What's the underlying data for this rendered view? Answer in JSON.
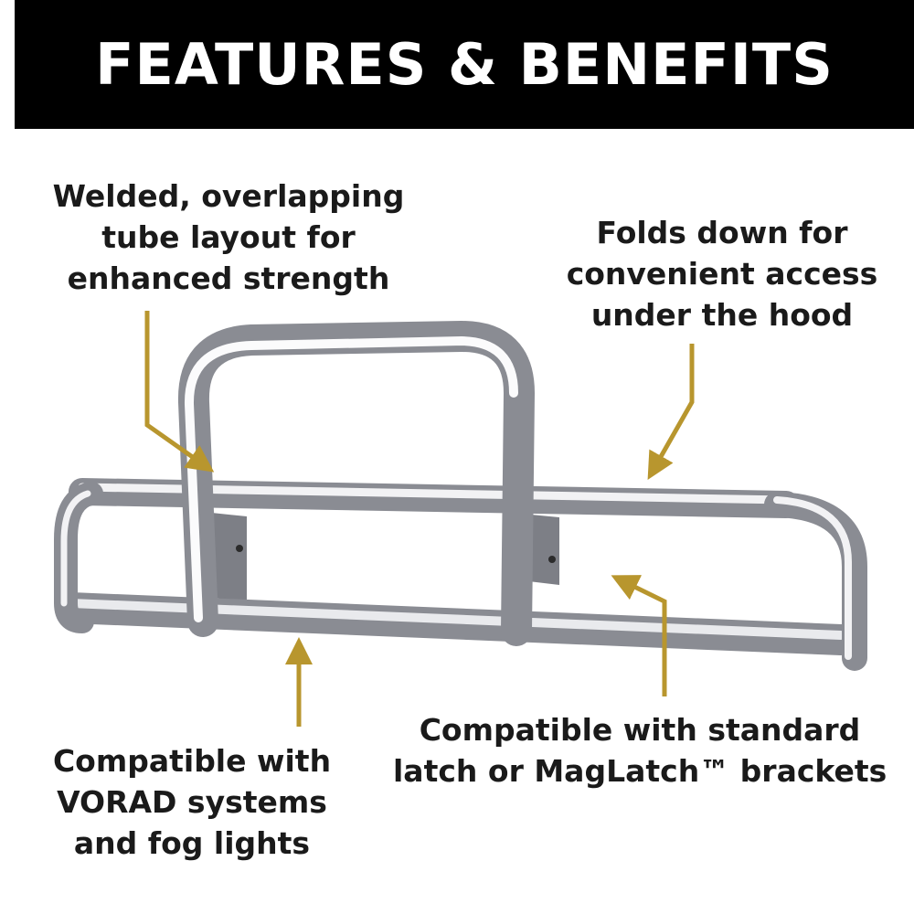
{
  "header": {
    "title": "FEATURES & BENEFITS"
  },
  "callouts": {
    "tube_layout": {
      "lines": [
        "Welded, overlapping",
        "tube layout for",
        "enhanced strength"
      ]
    },
    "folds_down": {
      "lines": [
        "Folds down for",
        "convenient access",
        "under the hood"
      ]
    },
    "vorad": {
      "lines": [
        "Compatible with",
        "VORAD systems",
        "and fog lights"
      ]
    },
    "latch": {
      "lines": [
        "Compatible with standard",
        "latch or MagLatch™ brackets"
      ]
    }
  },
  "colors": {
    "header_bg": "#000000",
    "header_text": "#ffffff",
    "arrow": "#b8962e",
    "text": "#1a1a1a"
  }
}
